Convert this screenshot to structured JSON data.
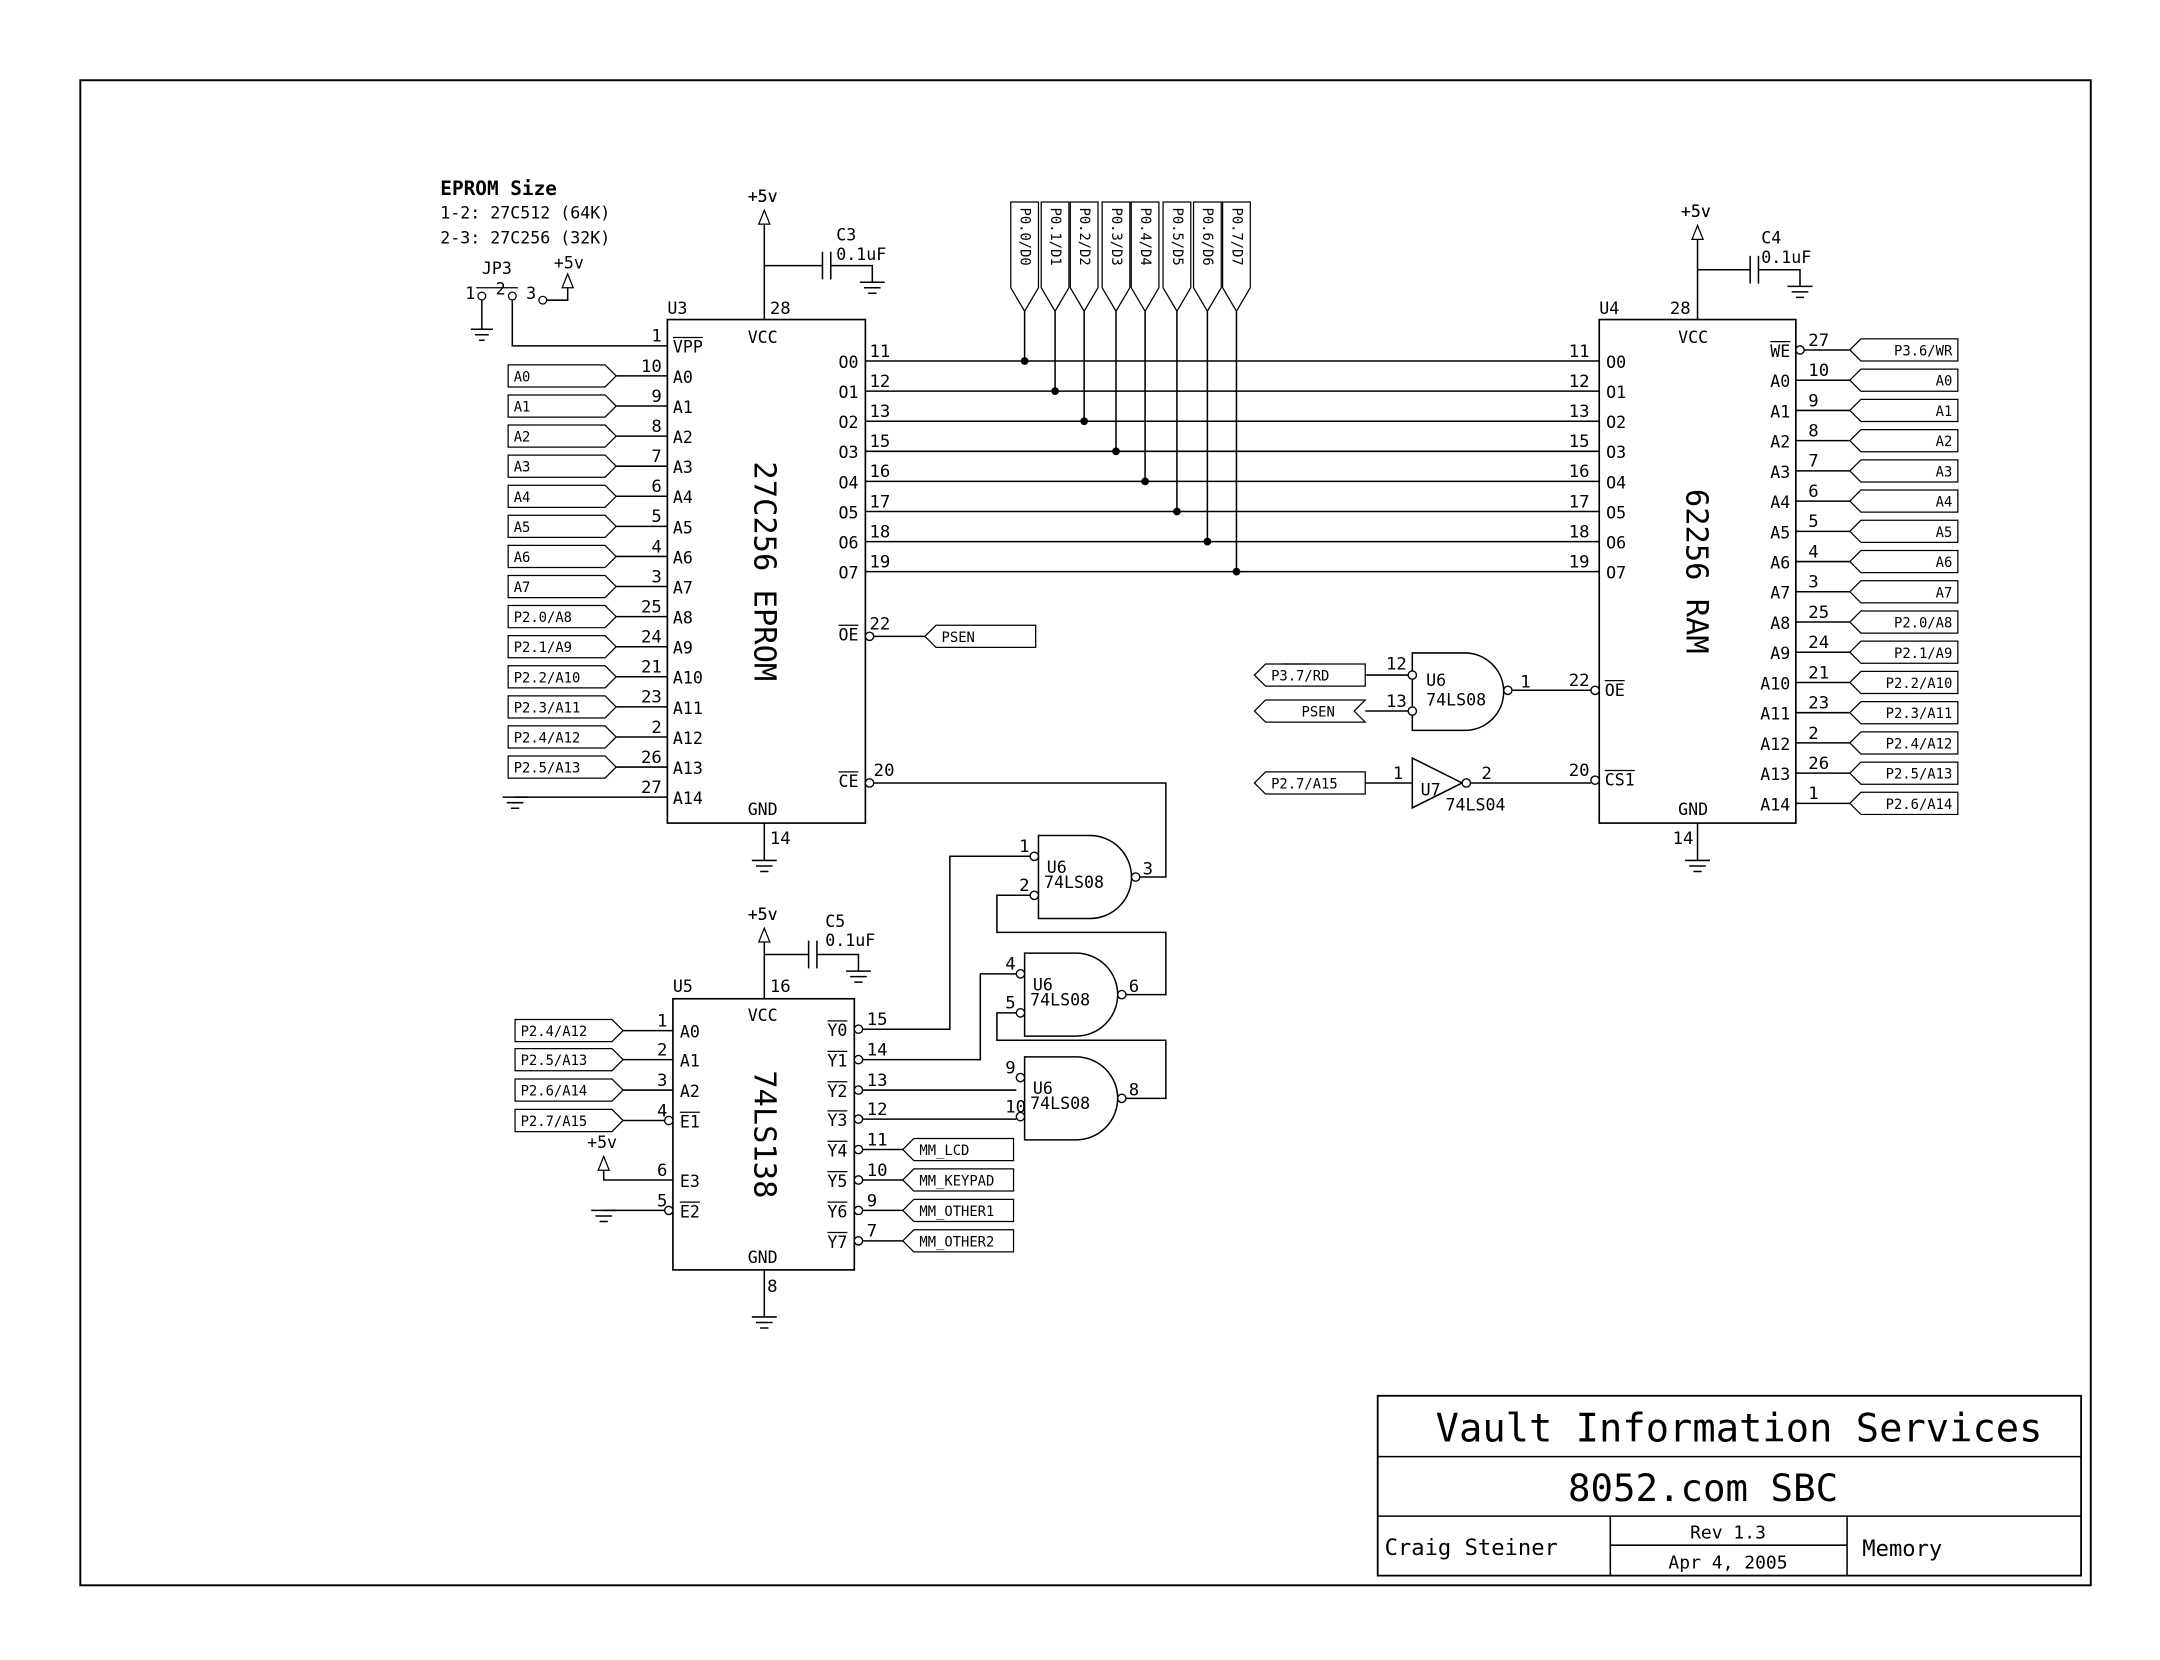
{
  "note": {
    "title": "EPROM Size",
    "line1": "1-2: 27C512 (64K)",
    "line2": "2-3: 27C256 (32K)"
  },
  "jumper": {
    "ref": "JP3",
    "p1": "1",
    "p2": "2",
    "p3": "3"
  },
  "power": {
    "vcc": "+5v"
  },
  "caps": {
    "c3": {
      "ref": "C3",
      "value": "0.1uF"
    },
    "c4": {
      "ref": "C4",
      "value": "0.1uF"
    },
    "c5": {
      "ref": "C5",
      "value": "0.1uF"
    }
  },
  "u3": {
    "ref": "U3",
    "name": "27C256 EPROM",
    "vcc": "VCC",
    "gnd": "GND",
    "vcc_pin": "28",
    "gnd_pin": "14",
    "left_pins": [
      {
        "num": "1",
        "name": "VPP",
        "over": true
      },
      {
        "num": "10",
        "name": "A0",
        "net": "A0"
      },
      {
        "num": "9",
        "name": "A1",
        "net": "A1"
      },
      {
        "num": "8",
        "name": "A2",
        "net": "A2"
      },
      {
        "num": "7",
        "name": "A3",
        "net": "A3"
      },
      {
        "num": "6",
        "name": "A4",
        "net": "A4"
      },
      {
        "num": "5",
        "name": "A5",
        "net": "A5"
      },
      {
        "num": "4",
        "name": "A6",
        "net": "A6"
      },
      {
        "num": "3",
        "name": "A7",
        "net": "A7"
      },
      {
        "num": "25",
        "name": "A8",
        "net": "P2.0/A8"
      },
      {
        "num": "24",
        "name": "A9",
        "net": "P2.1/A9"
      },
      {
        "num": "21",
        "name": "A10",
        "net": "P2.2/A10"
      },
      {
        "num": "23",
        "name": "A11",
        "net": "P2.3/A11"
      },
      {
        "num": "2",
        "name": "A12",
        "net": "P2.4/A12"
      },
      {
        "num": "26",
        "name": "A13",
        "net": "P2.5/A13"
      },
      {
        "num": "27",
        "name": "A14"
      }
    ],
    "right_pins": [
      {
        "num": "11",
        "name": "O0"
      },
      {
        "num": "12",
        "name": "O1"
      },
      {
        "num": "13",
        "name": "O2"
      },
      {
        "num": "15",
        "name": "O3"
      },
      {
        "num": "16",
        "name": "O4"
      },
      {
        "num": "17",
        "name": "O5"
      },
      {
        "num": "18",
        "name": "O6"
      },
      {
        "num": "19",
        "name": "O7"
      }
    ],
    "oe": {
      "num": "22",
      "name": "OE",
      "net": "PSEN"
    },
    "ce": {
      "num": "20",
      "name": "CE"
    }
  },
  "u4": {
    "ref": "U4",
    "name": "62256 RAM",
    "vcc": "VCC",
    "gnd": "GND",
    "vcc_pin": "28",
    "gnd_pin": "14",
    "left_pins": [
      {
        "num": "11",
        "name": "O0"
      },
      {
        "num": "12",
        "name": "O1"
      },
      {
        "num": "13",
        "name": "O2"
      },
      {
        "num": "15",
        "name": "O3"
      },
      {
        "num": "16",
        "name": "O4"
      },
      {
        "num": "17",
        "name": "O5"
      },
      {
        "num": "18",
        "name": "O6"
      },
      {
        "num": "19",
        "name": "O7"
      }
    ],
    "oe": {
      "num": "22",
      "name": "OE"
    },
    "cs": {
      "num": "20",
      "name": "CS1"
    },
    "right_pins": [
      {
        "num": "27",
        "name": "WE",
        "net": "P3.6/WR",
        "over": true
      },
      {
        "num": "10",
        "name": "A0",
        "net": "A0"
      },
      {
        "num": "9",
        "name": "A1",
        "net": "A1"
      },
      {
        "num": "8",
        "name": "A2",
        "net": "A2"
      },
      {
        "num": "7",
        "name": "A3",
        "net": "A3"
      },
      {
        "num": "6",
        "name": "A4",
        "net": "A4"
      },
      {
        "num": "5",
        "name": "A5",
        "net": "A5"
      },
      {
        "num": "4",
        "name": "A6",
        "net": "A6"
      },
      {
        "num": "3",
        "name": "A7",
        "net": "A7"
      },
      {
        "num": "25",
        "name": "A8",
        "net": "P2.0/A8"
      },
      {
        "num": "24",
        "name": "A9",
        "net": "P2.1/A9"
      },
      {
        "num": "21",
        "name": "A10",
        "net": "P2.2/A10"
      },
      {
        "num": "23",
        "name": "A11",
        "net": "P2.3/A11"
      },
      {
        "num": "2",
        "name": "A12",
        "net": "P2.4/A12"
      },
      {
        "num": "26",
        "name": "A13",
        "net": "P2.5/A13"
      },
      {
        "num": "1",
        "name": "A14",
        "net": "P2.6/A14"
      }
    ]
  },
  "u5": {
    "ref": "U5",
    "name": "74LS138",
    "vcc": "VCC",
    "gnd": "GND",
    "vcc_pin": "16",
    "gnd_pin": "8",
    "left_pins": [
      {
        "num": "1",
        "name": "A0",
        "net": "P2.4/A12"
      },
      {
        "num": "2",
        "name": "A1",
        "net": "P2.5/A13"
      },
      {
        "num": "3",
        "name": "A2",
        "net": "P2.6/A14"
      },
      {
        "num": "4",
        "name": "E1",
        "net": "P2.7/A15",
        "over": true
      },
      {
        "num": "6",
        "name": "E3"
      },
      {
        "num": "5",
        "name": "E2",
        "over": true
      }
    ],
    "right_pins": [
      {
        "num": "15",
        "name": "Y0"
      },
      {
        "num": "14",
        "name": "Y1"
      },
      {
        "num": "13",
        "name": "Y2"
      },
      {
        "num": "12",
        "name": "Y3"
      },
      {
        "num": "11",
        "name": "Y4",
        "net": "MM_LCD"
      },
      {
        "num": "10",
        "name": "Y5",
        "net": "MM_KEYPAD"
      },
      {
        "num": "9",
        "name": "Y6",
        "net": "MM_OTHER1"
      },
      {
        "num": "7",
        "name": "Y7",
        "net": "MM_OTHER2"
      }
    ]
  },
  "databus": [
    "P0.0/D0",
    "P0.1/D1",
    "P0.2/D2",
    "P0.3/D3",
    "P0.4/D4",
    "P0.5/D5",
    "P0.6/D6",
    "P0.7/D7"
  ],
  "gates": [
    {
      "ref": "U6",
      "part": "74LS08",
      "in_a": "12",
      "in_b": "13",
      "out": "1",
      "net_a": "P3.7/RD",
      "net_b": "PSEN"
    },
    {
      "ref": "U6",
      "part": "74LS08",
      "in_a": "1",
      "in_b": "2",
      "out": "3"
    },
    {
      "ref": "U6",
      "part": "74LS08",
      "in_a": "4",
      "in_b": "5",
      "out": "6"
    },
    {
      "ref": "U6",
      "part": "74LS08",
      "in_a": "9",
      "in_b": "10",
      "out": "8"
    }
  ],
  "inverter": {
    "ref": "U7",
    "part": "74LS04",
    "in": "1",
    "out": "2",
    "net": "P2.7/A15"
  },
  "titleblock": {
    "company": "Vault Information Services",
    "title": "8052.com SBC",
    "author": "Craig Steiner",
    "rev": "Rev 1.3",
    "date": "Apr 4, 2005",
    "sheet": "Memory"
  }
}
